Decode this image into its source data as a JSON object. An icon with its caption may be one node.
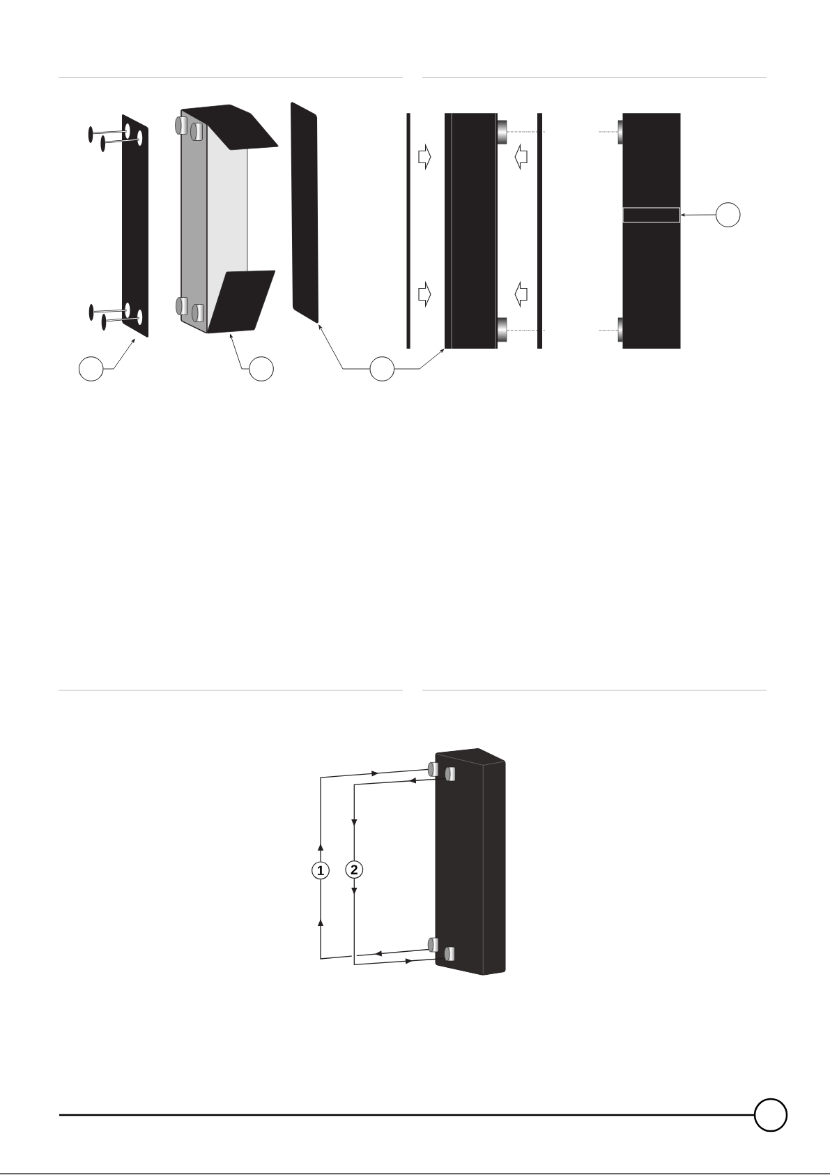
{
  "diagram": {
    "nodes": [
      {
        "text": [],
        "shape": "picture"
      },
      {
        "text": [],
        "shape": "picture"
      },
      {
        "text": [],
        "shape": "box"
      },
      {
        "text": [],
        "shape": "picture"
      },
      {
        "text": [],
        "shape": "picture"
      },
      {
        "text": [],
        "shape": "box",
        "in": 4
      },
      {
        "text": [],
        "shape": "circle"
      },
      {
        "text": [],
        "shape": "circle"
      },
      {
        "text": [],
        "shape": "circle"
      },
      {
        "text": [],
        "shape": "circle"
      },
      {
        "text": [],
        "shape": "cylinder"
      },
      {
        "text": [],
        "shape": "cylinder"
      },
      {
        "text": [
          "1"
        ]
      },
      {
        "text": [
          "2"
        ]
      },
      {
        "text": [],
        "shape": "cylinder"
      },
      {
        "text": [],
        "shape": "cylinder"
      }
    ],
    "edges": [
      {
        "from": 7,
        "to": 0,
        "arrow": "to"
      },
      {
        "from": 8,
        "to": 1,
        "arrow": "to"
      },
      {
        "from": 9,
        "to": 2,
        "arrow": "to"
      },
      {
        "from": 9,
        "to": 3,
        "arrow": "to"
      },
      {
        "from": 6,
        "to": 5,
        "arrow": "to"
      },
      {
        "from": 14,
        "to": 12,
        "arrow": "to"
      },
      {
        "from": 12,
        "to": 10,
        "arrow": "to"
      },
      {
        "from": 11,
        "to": 13,
        "arrow": "to"
      },
      {
        "from": 13,
        "to": 15,
        "arrow": "to"
      }
    ]
  }
}
